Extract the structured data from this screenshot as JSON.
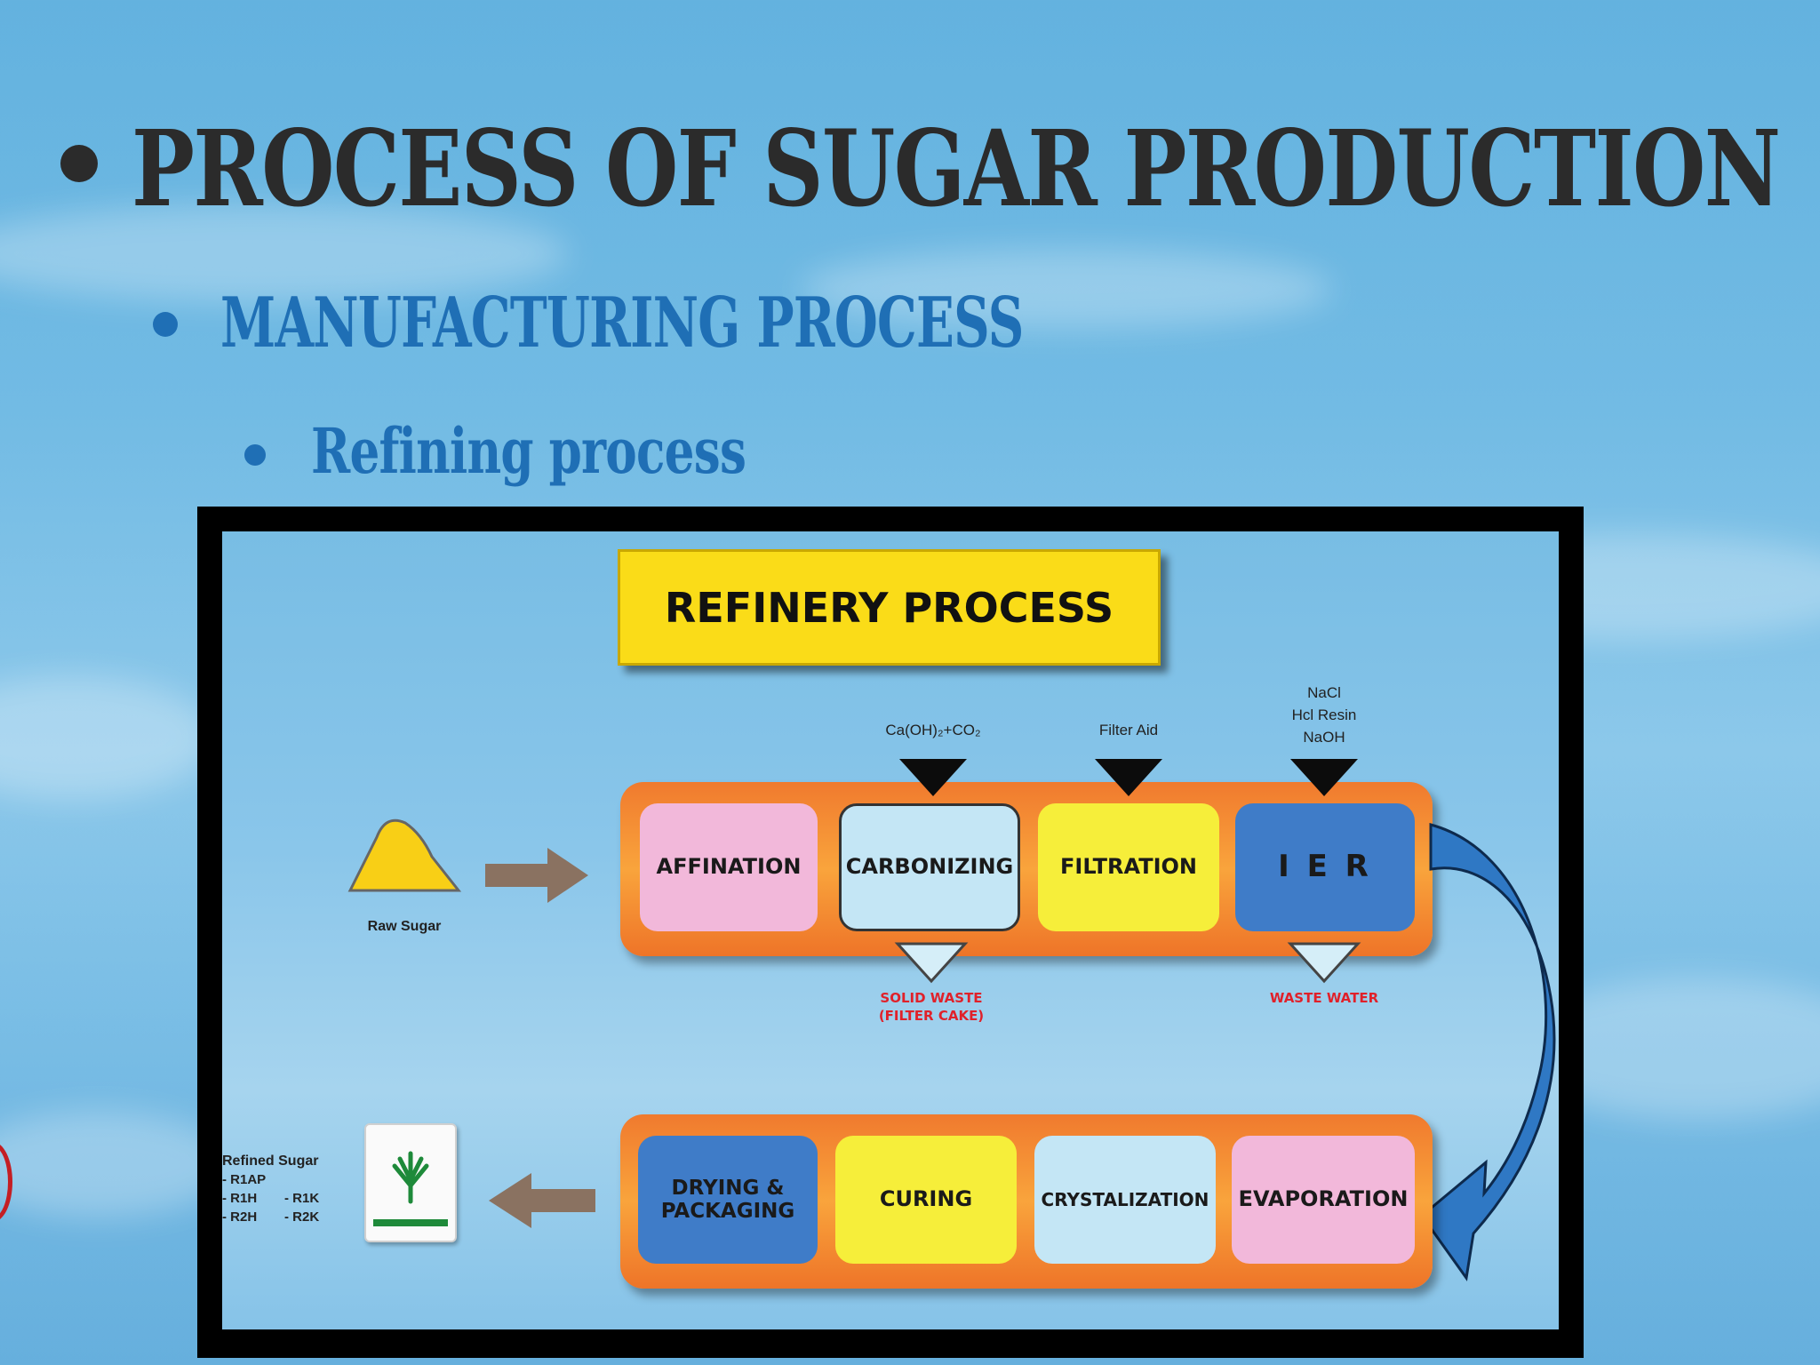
{
  "slide": {
    "title": "PROCESS OF SUGAR PRODUCTION",
    "subtitle": "MANUFACTURING PROCESS",
    "subsubtitle": "Refining process"
  },
  "diagram": {
    "title": "REFINERY PROCESS",
    "raw_sugar_label": "Raw Sugar",
    "top_row": [
      {
        "label": "AFFINATION",
        "color": "#f2b8da"
      },
      {
        "label": "CARBONIZING",
        "color": "#c4e6f5"
      },
      {
        "label": "FILTRATION",
        "color": "#f6ee3a"
      },
      {
        "label": "I E R",
        "color": "#3f7cc8"
      }
    ],
    "inputs": {
      "carbonizing": "Ca(OH)₂+CO₂",
      "filtration": "Filter Aid",
      "ier_line1": "NaCl",
      "ier_line2": "Hcl Resin",
      "ier_line3": "NaOH"
    },
    "outputs": {
      "solid_waste_line1": "SOLID WASTE",
      "solid_waste_line2": "(FILTER CAKE)",
      "waste_water": "WASTE WATER"
    },
    "bottom_row": [
      {
        "label_line1": "DRYING &",
        "label_line2": "PACKAGING",
        "color": "#3f7cc8"
      },
      {
        "label": "CURING",
        "color": "#f6ee3a"
      },
      {
        "label": "CRYSTALIZATION",
        "color": "#c4e6f5"
      },
      {
        "label": "EVAPORATION",
        "color": "#f2b8da"
      }
    ],
    "refined_sugar": {
      "title": "Refined Sugar",
      "grades": [
        "- R1AP",
        "- R1H",
        "- R1K",
        "- R2H",
        "- R2K"
      ]
    },
    "colors": {
      "heading_dark": "#2b2b2b",
      "heading_blue": "#1f6fb5",
      "band_orange": "#f3892f",
      "title_yellow": "#fadc18",
      "waste_red": "#e0212a"
    }
  }
}
